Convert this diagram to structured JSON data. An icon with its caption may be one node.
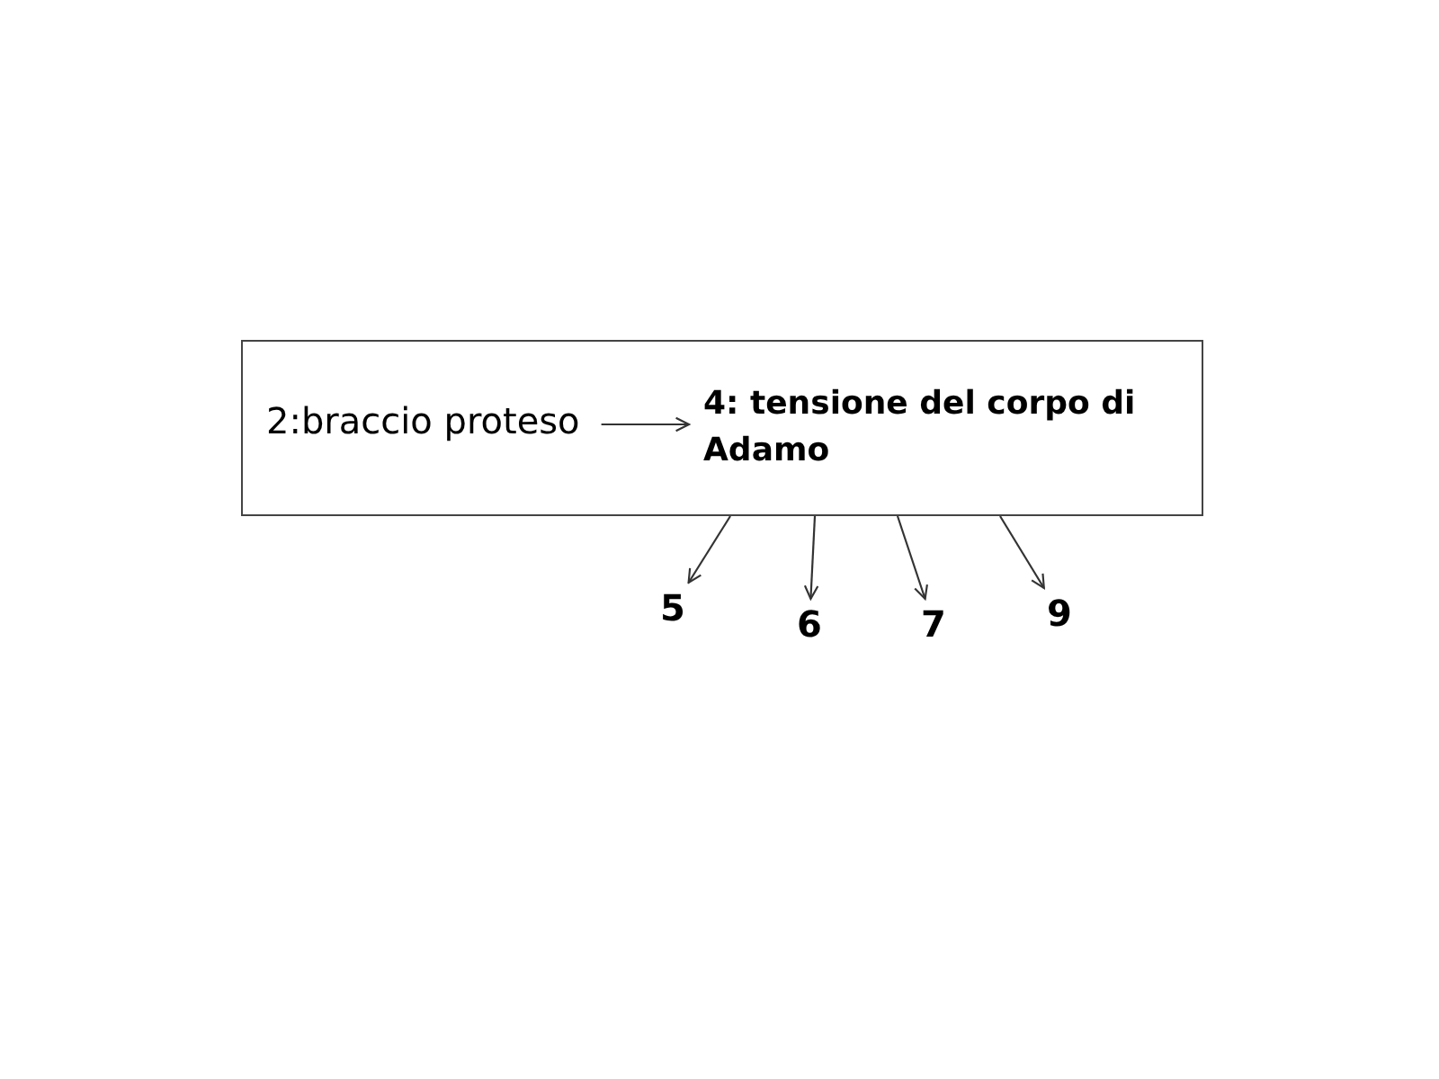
{
  "diagram": {
    "nodes": [
      {
        "text": [],
        "shape": "box"
      },
      {
        "text": [
          "2:braccio proteso"
        ],
        "in": 0
      },
      {
        "text": [
          "4: tensione del corpo di Adamo"
        ],
        "in": 0
      },
      {
        "text": [
          "5"
        ]
      },
      {
        "text": [
          "6"
        ]
      },
      {
        "text": [
          "7"
        ]
      },
      {
        "text": [
          "9"
        ]
      }
    ],
    "edges": [
      {
        "from": 1,
        "to": 2,
        "arrow": "to"
      },
      {
        "from": 0,
        "to": 3,
        "arrow": "to"
      },
      {
        "from": 0,
        "to": 4,
        "arrow": "to"
      },
      {
        "from": 0,
        "to": 5,
        "arrow": "to"
      },
      {
        "from": 0,
        "to": 6,
        "arrow": "to"
      }
    ]
  }
}
